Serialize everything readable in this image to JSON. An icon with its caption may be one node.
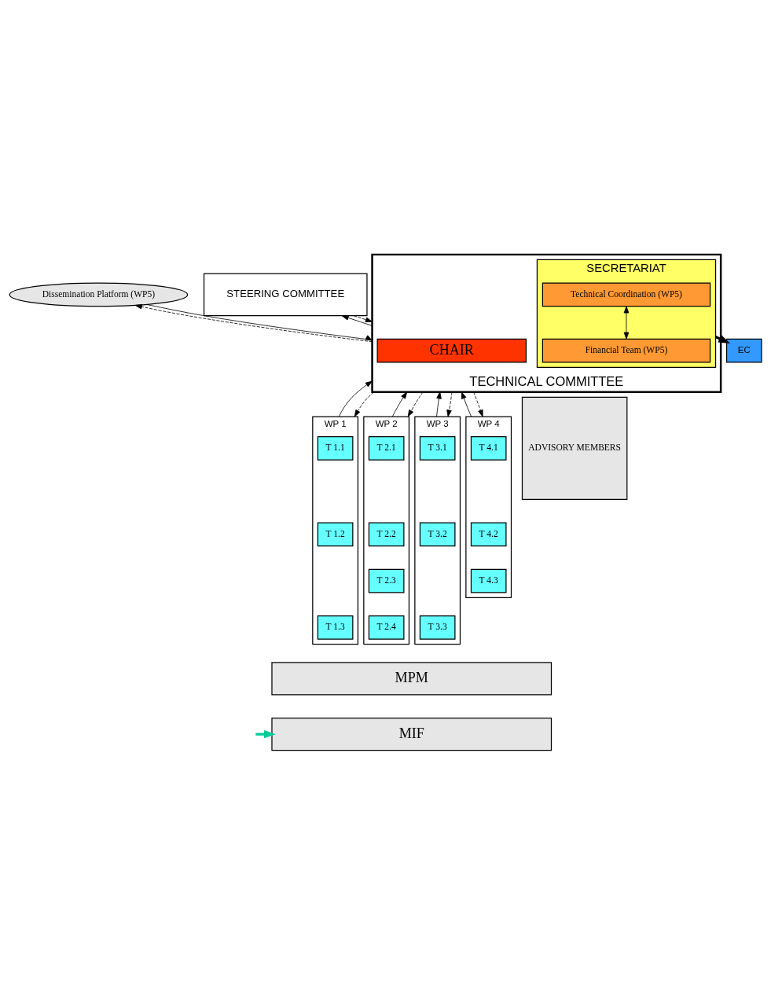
{
  "diagram": {
    "nodes": [
      {
        "text": [
          "Dissemination Platform (WP5)"
        ]
      },
      {
        "text": [
          "STEERING COMMITTEE"
        ]
      },
      {
        "text": [
          "TECHNICAL COMMITTEE"
        ]
      },
      {
        "text": [
          "CHAIR"
        ],
        "in": 2
      },
      {
        "text": [
          "SECRETARIAT"
        ],
        "in": 2
      },
      {
        "text": [
          "Technical Coordination (WP5)"
        ],
        "in": 4
      },
      {
        "text": [
          "Financial Team (WP5)"
        ],
        "in": 4
      },
      {
        "text": [
          "EC"
        ]
      },
      {
        "text": [
          "ADVISORY MEMBERS"
        ]
      },
      {
        "text": [
          "WP 1"
        ]
      },
      {
        "text": [
          "T 1.1"
        ],
        "in": 9
      },
      {
        "text": [
          "T 1.2"
        ],
        "in": 9
      },
      {
        "text": [
          "T 1.3"
        ],
        "in": 9
      },
      {
        "text": [
          "WP 2"
        ]
      },
      {
        "text": [
          "T 2.1"
        ],
        "in": 13
      },
      {
        "text": [
          "T 2.2"
        ],
        "in": 13
      },
      {
        "text": [
          "T 2.3"
        ],
        "in": 13
      },
      {
        "text": [
          "T 2.4"
        ],
        "in": 13
      },
      {
        "text": [
          "WP 3"
        ]
      },
      {
        "text": [
          "T 3.1"
        ],
        "in": 18
      },
      {
        "text": [
          "T 3.2"
        ],
        "in": 18
      },
      {
        "text": [
          "T 3.3"
        ],
        "in": 18
      },
      {
        "text": [
          "WP 4"
        ]
      },
      {
        "text": [
          "T 4.1"
        ],
        "in": 22
      },
      {
        "text": [
          "T 4.2"
        ],
        "in": 22
      },
      {
        "text": [
          "T 4.3"
        ],
        "in": 22
      },
      {
        "text": [
          "MPM"
        ]
      },
      {
        "text": [
          "MIF"
        ]
      }
    ],
    "edges": [
      {
        "from": 0,
        "to": 2,
        "arrow": "to"
      },
      {
        "from": 2,
        "to": 0,
        "arrow": "to",
        "style": "dashed"
      },
      {
        "from": 1,
        "to": 2,
        "arrow": "to",
        "style": "dashed"
      },
      {
        "from": 2,
        "to": 1,
        "arrow": "to"
      },
      {
        "from": 5,
        "to": 6,
        "arrow": "both"
      },
      {
        "from": 4,
        "to": 7,
        "arrow": "to",
        "style": "thick"
      },
      {
        "from": 2,
        "to": 9,
        "arrow": "to",
        "style": "dashed"
      },
      {
        "from": 2,
        "to": 13,
        "arrow": "to",
        "style": "dashed"
      },
      {
        "from": 2,
        "to": 18,
        "arrow": "to",
        "style": "dashed"
      },
      {
        "from": 2,
        "to": 22,
        "arrow": "to",
        "style": "dashed"
      },
      {
        "from": 9,
        "to": 2,
        "arrow": "to"
      },
      {
        "from": 13,
        "to": 2,
        "arrow": "to"
      },
      {
        "from": 18,
        "to": 2,
        "arrow": "to"
      },
      {
        "from": 22,
        "to": 2,
        "arrow": "to"
      },
      {
        "from": null,
        "to": 27,
        "arrow": "to",
        "style": "thick",
        "color": "#00cc99"
      }
    ]
  }
}
